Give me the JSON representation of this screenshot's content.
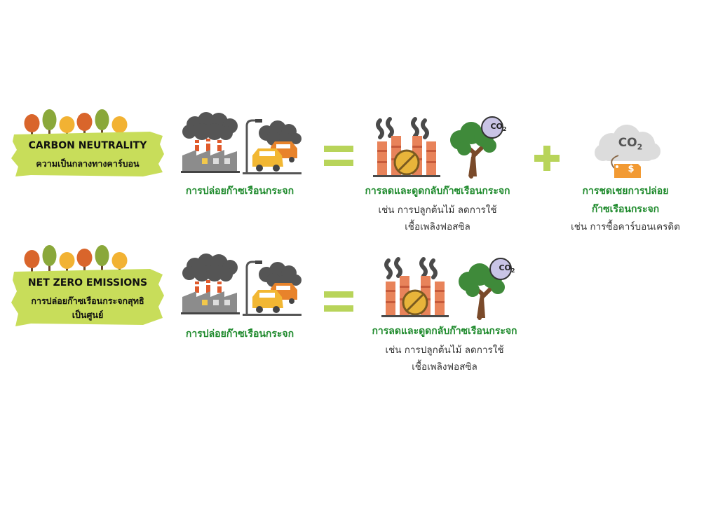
{
  "colors": {
    "label_green": "#1e8a2c",
    "brush_green": "#c8dd5a",
    "equals_green": "#b8d45a",
    "text_dark": "#333333"
  },
  "row1": {
    "title": "CARBON NEUTRALITY",
    "subtitle": "ความเป็นกลางทางคาร์บอน",
    "emission_label": "การปล่อยก๊าซเรือนกระจก",
    "operator": "=",
    "reduction_title": "การลดและดูดกลับก๊าซเรือนกระจก",
    "reduction_example_line1": "เช่น การปลูกต้นไม้ ลดการใช้",
    "reduction_example_line2": "เชื้อเพลิงฟอสซิล",
    "plus": "+",
    "offset_title_line1": "การชดเชยการปล่อย",
    "offset_title_line2": "ก๊าซเรือนกระจก",
    "offset_example": "เช่น การซื้อคาร์บอนเครดิต",
    "co2_cloud_label": "CO",
    "co2_cloud_sub": "2",
    "co2_tree_label": "CO",
    "co2_tree_sub": "2",
    "price_tag_symbol": "$"
  },
  "row2": {
    "title": "NET ZERO EMISSIONS",
    "subtitle_line1": "การปล่อยก๊าซเรือนกระจกสุทธิ",
    "subtitle_line2": "เป็นศูนย์",
    "emission_label": "การปล่อยก๊าซเรือนกระจก",
    "operator": "=",
    "reduction_title": "การลดและดูดกลับก๊าซเรือนกระจก",
    "reduction_example_line1": "เช่น การปลูกต้นไม้ ลดการใช้",
    "reduction_example_line2": "เชื้อเพลิงฟอสซิล",
    "co2_tree_label": "CO",
    "co2_tree_sub": "2"
  },
  "icons": {
    "trees": "autumn-trees-icon",
    "factory": "polluting-factory-icon",
    "cars": "polluting-cars-icon",
    "stopped_factory": "stopped-factory-icon",
    "tree_co2": "tree-absorbing-co2-icon",
    "cloud_credit": "co2-cloud-credit-icon"
  }
}
